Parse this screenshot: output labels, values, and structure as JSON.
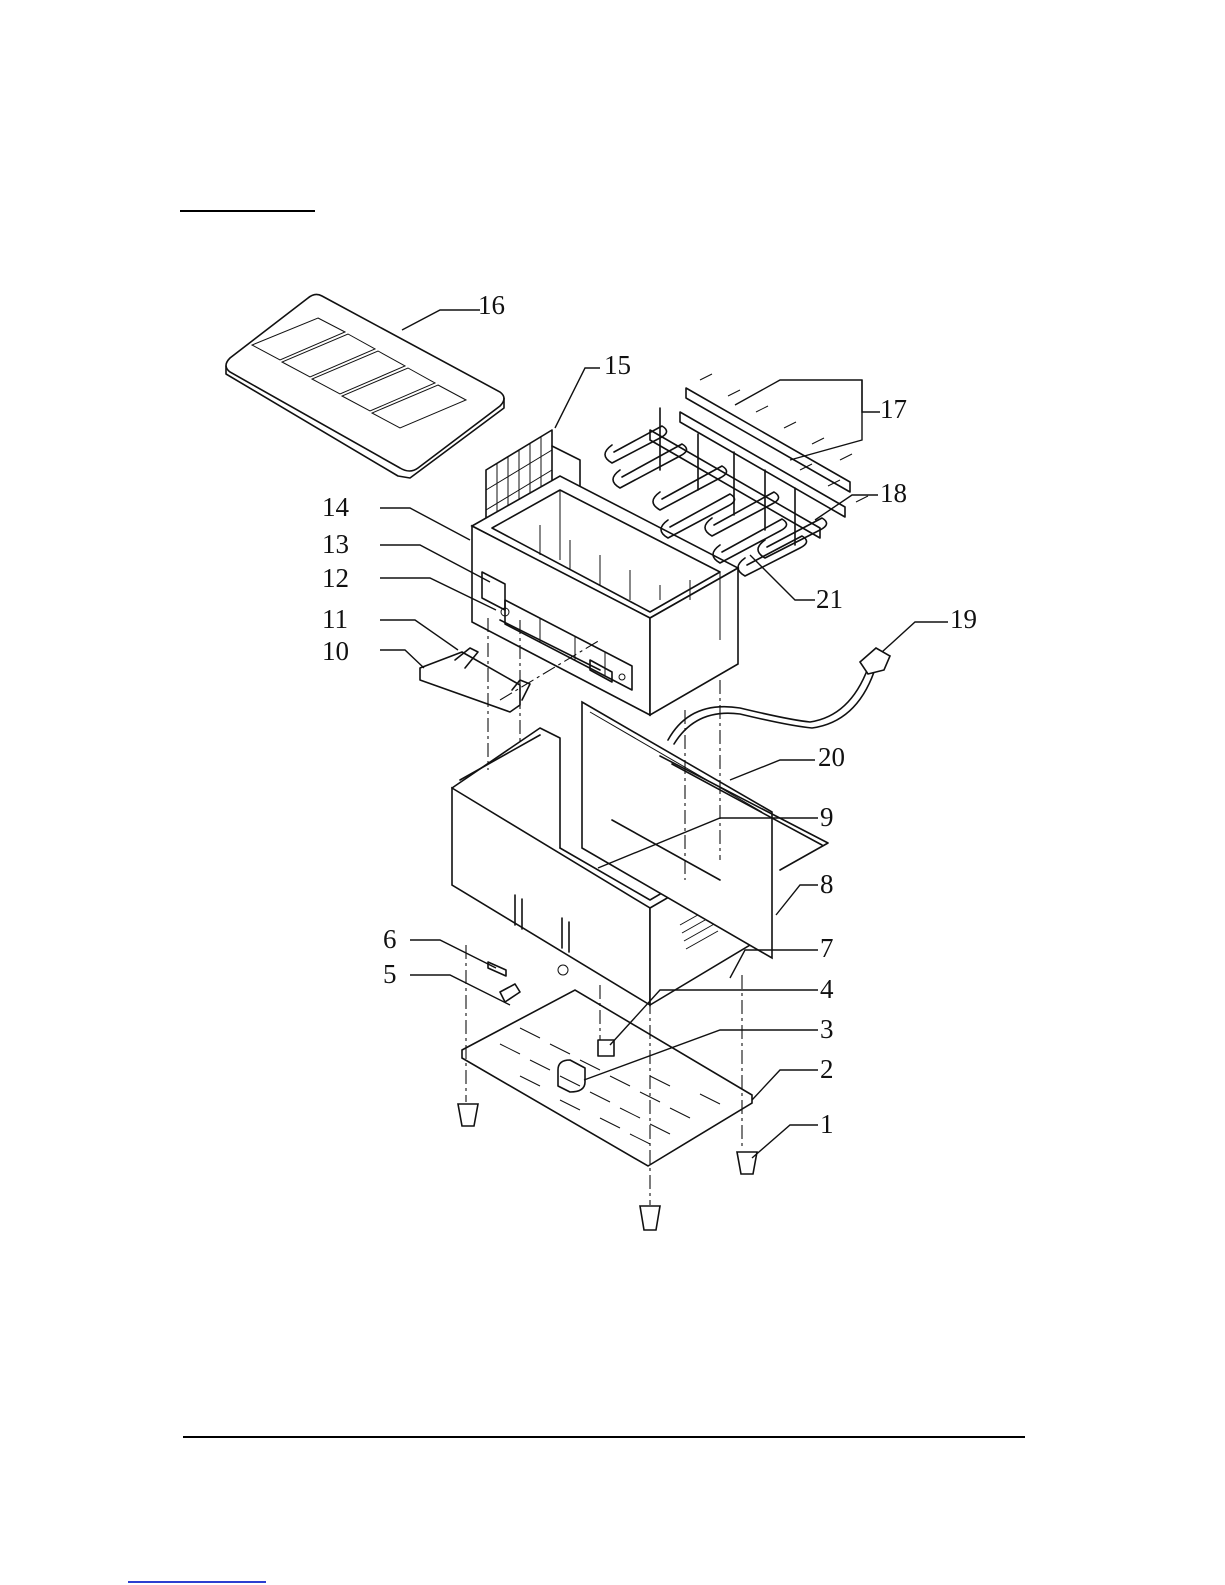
{
  "diagram": {
    "callouts": [
      {
        "id": "c1",
        "text": "1"
      },
      {
        "id": "c2",
        "text": "2"
      },
      {
        "id": "c3",
        "text": "3"
      },
      {
        "id": "c4",
        "text": "4"
      },
      {
        "id": "c5",
        "text": "5"
      },
      {
        "id": "c6",
        "text": "6"
      },
      {
        "id": "c7",
        "text": "7"
      },
      {
        "id": "c8",
        "text": "8"
      },
      {
        "id": "c9",
        "text": "9"
      },
      {
        "id": "c10",
        "text": "10"
      },
      {
        "id": "c11",
        "text": "11"
      },
      {
        "id": "c12",
        "text": "12"
      },
      {
        "id": "c13",
        "text": "13"
      },
      {
        "id": "c14",
        "text": "14"
      },
      {
        "id": "c15",
        "text": "15"
      },
      {
        "id": "c16",
        "text": "16"
      },
      {
        "id": "c17",
        "text": "17"
      },
      {
        "id": "c18",
        "text": "18"
      },
      {
        "id": "c19",
        "text": "19"
      },
      {
        "id": "c20",
        "text": "20"
      },
      {
        "id": "c21",
        "text": "21"
      }
    ]
  }
}
